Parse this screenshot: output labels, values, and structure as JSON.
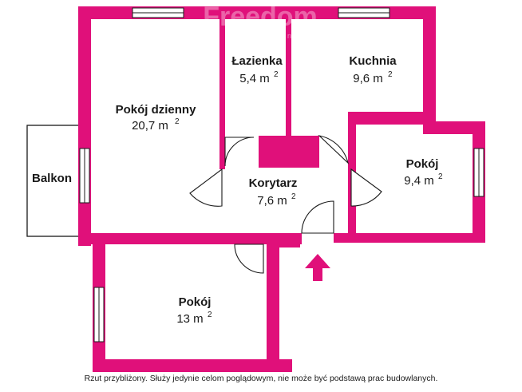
{
  "watermark": {
    "brand": "Freedom",
    "sub": "nieruchomości"
  },
  "colors": {
    "wall": "#e0107a",
    "line": "#1a1a1a",
    "window": "#ffffff"
  },
  "rooms": [
    {
      "name": "Pokój dzienny",
      "area": "20,7 m",
      "unit_sup": "2"
    },
    {
      "name": "Łazienka",
      "area": "5,4 m",
      "unit_sup": "2"
    },
    {
      "name": "Kuchnia",
      "area": "9,6 m",
      "unit_sup": "2"
    },
    {
      "name": "Pokój",
      "area": "9,4 m",
      "unit_sup": "2"
    },
    {
      "name": "Korytarz",
      "area": "7,6 m",
      "unit_sup": "2"
    },
    {
      "name": "Pokój",
      "area": "13 m",
      "unit_sup": "2"
    }
  ],
  "balcony": {
    "name": "Balkon"
  },
  "entrance_icon": "entrance-arrow-up-icon",
  "disclaimer": "Rzut przybliżony. Służy jedynie celom poglądowym, nie może być podstawą prac budowlanych."
}
